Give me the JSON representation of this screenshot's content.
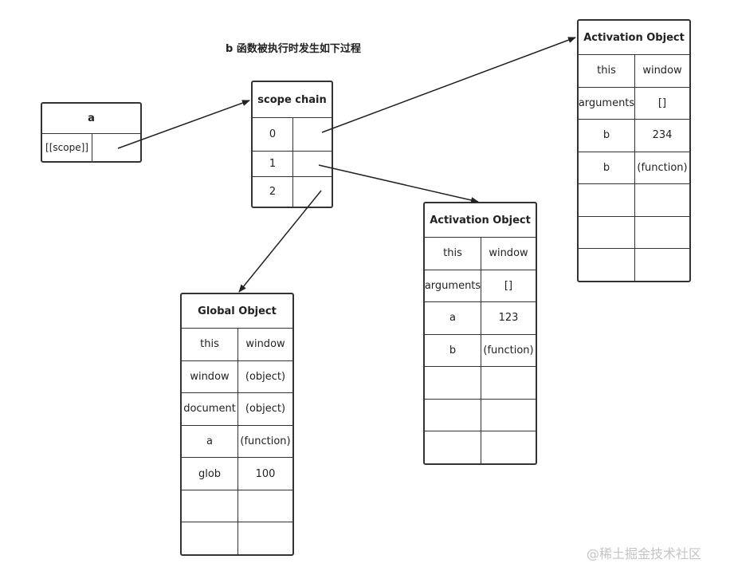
{
  "caption": "b 函数被执行时发生如下过程",
  "watermark": "@稀土掘金技术社区",
  "box_a": {
    "title": "a",
    "rows": [
      {
        "key": "[[scope]]",
        "value": ""
      }
    ]
  },
  "scope_chain": {
    "title": "scope chain",
    "rows": [
      {
        "key": "0",
        "value": ""
      },
      {
        "key": "1",
        "value": ""
      },
      {
        "key": "2",
        "value": ""
      }
    ]
  },
  "activation_b": {
    "title": "Activation Object",
    "rows": [
      {
        "key": "this",
        "value": "window"
      },
      {
        "key": "arguments",
        "value": "[]"
      },
      {
        "key": "b",
        "value": "234"
      },
      {
        "key": "b",
        "value": "(function)"
      },
      {
        "key": "",
        "value": ""
      },
      {
        "key": "",
        "value": ""
      },
      {
        "key": "",
        "value": ""
      }
    ]
  },
  "activation_a": {
    "title": "Activation Object",
    "rows": [
      {
        "key": "this",
        "value": "window"
      },
      {
        "key": "arguments",
        "value": "[]"
      },
      {
        "key": "a",
        "value": "123"
      },
      {
        "key": "b",
        "value": "(function)"
      },
      {
        "key": "",
        "value": ""
      },
      {
        "key": "",
        "value": ""
      },
      {
        "key": "",
        "value": ""
      }
    ]
  },
  "global_object": {
    "title": "Global Object",
    "rows": [
      {
        "key": "this",
        "value": "window"
      },
      {
        "key": "window",
        "value": "(object)"
      },
      {
        "key": "document",
        "value": "(object)"
      },
      {
        "key": "a",
        "value": "(function)"
      },
      {
        "key": "glob",
        "value": "100"
      },
      {
        "key": "",
        "value": ""
      },
      {
        "key": "",
        "value": ""
      }
    ]
  },
  "arrows": [
    {
      "from": "box_a.[[scope]]",
      "to": "scope_chain"
    },
    {
      "from": "scope_chain.0",
      "to": "activation_b"
    },
    {
      "from": "scope_chain.1",
      "to": "activation_a"
    },
    {
      "from": "scope_chain.2",
      "to": "global_object"
    }
  ]
}
